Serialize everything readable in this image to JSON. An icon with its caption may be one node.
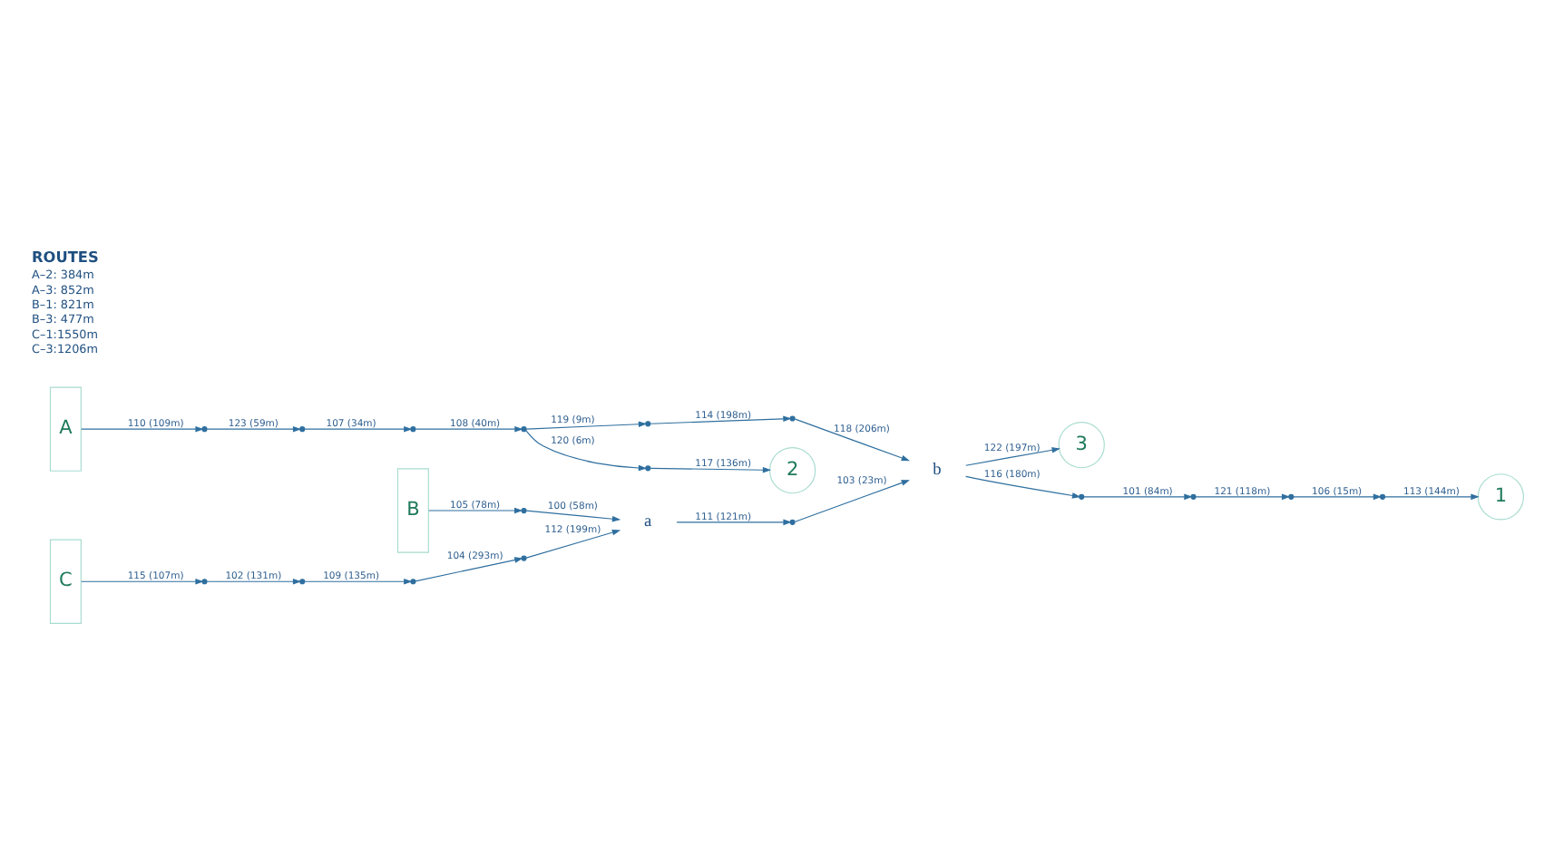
{
  "diagram": {
    "nodes": [
      {
        "text": [
          "A"
        ]
      },
      {
        "text": [
          "B"
        ]
      },
      {
        "text": [
          "C"
        ]
      },
      {
        "text": [
          "1"
        ]
      },
      {
        "text": [
          "2"
        ]
      },
      {
        "text": [
          "3"
        ]
      },
      {
        "text": [
          "a"
        ]
      },
      {
        "text": [
          "b"
        ]
      },
      {
        "text": [],
        "shape": "point"
      },
      {
        "text": [],
        "shape": "point"
      },
      {
        "text": [],
        "shape": "point"
      },
      {
        "text": [],
        "shape": "point"
      },
      {
        "text": [],
        "shape": "point"
      },
      {
        "text": [],
        "shape": "point"
      },
      {
        "text": [],
        "shape": "point"
      },
      {
        "text": [],
        "shape": "point"
      },
      {
        "text": [],
        "shape": "point"
      },
      {
        "text": [],
        "shape": "point"
      },
      {
        "text": [],
        "shape": "point"
      },
      {
        "text": [],
        "shape": "point"
      },
      {
        "text": [],
        "shape": "point"
      },
      {
        "text": [],
        "shape": "point"
      },
      {
        "text": [],
        "shape": "point"
      },
      {
        "text": [],
        "shape": "point"
      },
      {
        "text": [],
        "shape": "point"
      }
    ],
    "edges": [
      {
        "from": 0,
        "to": 8,
        "arrow": "to",
        "label": "110 (109m)"
      },
      {
        "from": 8,
        "to": 9,
        "arrow": "to",
        "label": "123 (59m)"
      },
      {
        "from": 9,
        "to": 10,
        "arrow": "to",
        "label": "107 (34m)"
      },
      {
        "from": 10,
        "to": 11,
        "arrow": "to",
        "label": "108 (40m)"
      },
      {
        "from": 11,
        "to": 12,
        "arrow": "to",
        "label": "119 (9m)"
      },
      {
        "from": 12,
        "to": 13,
        "arrow": "to",
        "label": "114 (198m)"
      },
      {
        "from": 13,
        "to": 7,
        "arrow": "to",
        "label": "118 (206m)"
      },
      {
        "from": 11,
        "to": 14,
        "arrow": "to",
        "label": "120 (6m)"
      },
      {
        "from": 14,
        "to": 4,
        "arrow": "to",
        "label": "117 (136m)"
      },
      {
        "from": 7,
        "to": 5,
        "arrow": "to",
        "label": "122 (197m)"
      },
      {
        "from": 7,
        "to": 15,
        "arrow": "to",
        "label": "116 (180m)"
      },
      {
        "from": 15,
        "to": 16,
        "arrow": "to",
        "label": "101 (84m)"
      },
      {
        "from": 16,
        "to": 17,
        "arrow": "to",
        "label": "121 (118m)"
      },
      {
        "from": 17,
        "to": 18,
        "arrow": "to",
        "label": "106 (15m)"
      },
      {
        "from": 18,
        "to": 3,
        "arrow": "to",
        "label": "113 (144m)"
      },
      {
        "from": 1,
        "to": 19,
        "arrow": "to",
        "label": "105 (78m)"
      },
      {
        "from": 19,
        "to": 6,
        "arrow": "to",
        "label": "100 (58m)"
      },
      {
        "from": 6,
        "to": 20,
        "arrow": "to",
        "label": "111 (121m)"
      },
      {
        "from": 20,
        "to": 7,
        "arrow": "to",
        "label": "103 (23m)"
      },
      {
        "from": 2,
        "to": 21,
        "arrow": "to",
        "label": "115 (107m)"
      },
      {
        "from": 21,
        "to": 22,
        "arrow": "to",
        "label": "102 (131m)"
      },
      {
        "from": 22,
        "to": 23,
        "arrow": "to",
        "label": "109 (135m)"
      },
      {
        "from": 23,
        "to": 24,
        "arrow": "to",
        "label": "104 (293m)"
      },
      {
        "from": 24,
        "to": 6,
        "arrow": "to",
        "label": "112 (199m)"
      }
    ],
    "labels": [
      "ROUTES",
      "A–2: 384m",
      "A–3: 852m",
      "B–1: 821m",
      "B–3: 477m",
      "C–1:1550m",
      "C–3:1206m"
    ]
  }
}
